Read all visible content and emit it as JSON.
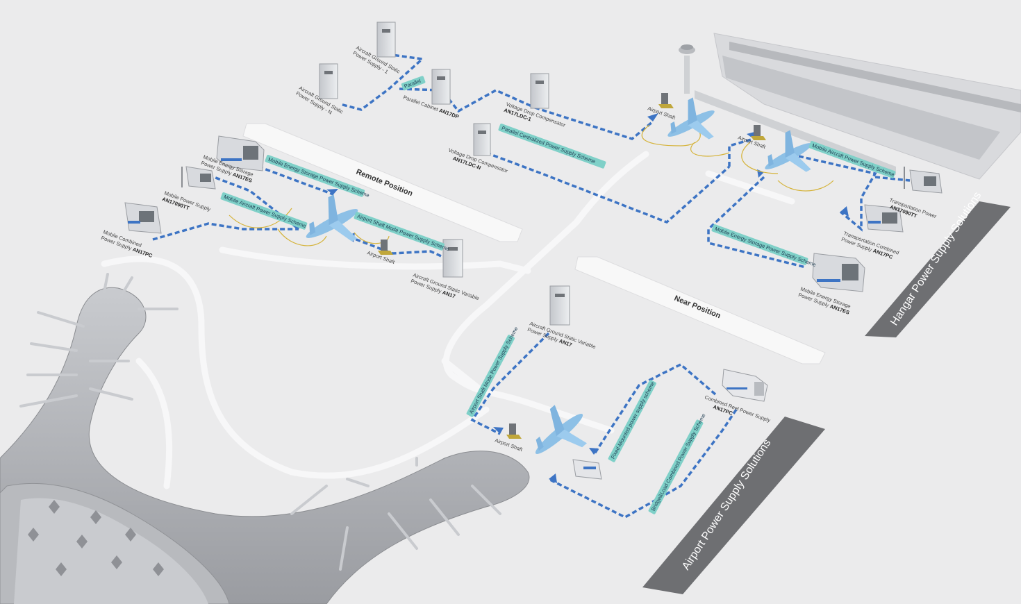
{
  "banners": {
    "hangar": "Hangar Power Supply Solutions",
    "airport": "Airport Power Supply Solutions"
  },
  "positions": {
    "remote": "Remote Position",
    "near": "Near Position"
  },
  "schemes": {
    "parallel": "Parallel",
    "parallel_centralized": "Parallel Centralized Power Supply Scheme",
    "mobile_energy_storage_remote": "Mobile Energy Storage Power Supply Scheme",
    "mobile_aircraft_remote": "Mobile Aircraft Power Supply Scheme",
    "airport_shaft_mode_remote": "Airport Shaft Mode Power Supply Scheme",
    "mobile_aircraft_hangar": "Mobile Aircraft Power Supply Scheme",
    "mobile_energy_storage_hangar": "Mobile Energy Storage Power Supply Scheme",
    "airport_shaft_mode_near": "Airport Shaft Mode Power Supply Scheme",
    "fixed_mounted": "Fixed-Mounted power supply scheme",
    "bridge_load": "Bridge&Load Combined Power Supply Scheme"
  },
  "equipment": {
    "static_1": {
      "line1": "Aircraft Ground Static",
      "line2": "Power Supply - 1"
    },
    "static_n": {
      "line1": "Aircraft Ground Static",
      "line2": "Power Supply - N"
    },
    "parallel_cabinet": {
      "line1": "Parallel Cabinet",
      "model": "AN17DP"
    },
    "vdc_1": {
      "line1": "Voltage Drop Compensator",
      "model": "AN17LDC-1"
    },
    "vdc_n": {
      "line1": "Voltage Drop Compensator",
      "model": "AN17LDC-N"
    },
    "mes_remote": {
      "line1": "Mobile Energy Storage",
      "line2": "Power Supply",
      "model": "AN17ES"
    },
    "mps_remote": {
      "line1": "Mobile Power Supply",
      "model": "AN17090TT"
    },
    "mcps_remote": {
      "line1": "Mobile Combined",
      "line2": "Power Supply",
      "model": "AN17PC"
    },
    "shaft_remote": {
      "line1": "Airport Shaft"
    },
    "static_variable_remote": {
      "line1": "Aircraft Ground Static Variable",
      "line2": "Power Supply",
      "model": "AN17"
    },
    "shaft_hangar_1": {
      "line1": "Airport Shaft"
    },
    "shaft_hangar_2": {
      "line1": "Airport Shaft"
    },
    "transport_power": {
      "line1": "Transportation Power",
      "model": "AN17090TT"
    },
    "transport_combined": {
      "line1": "Transportation Combined",
      "line2": "Power Supply",
      "model": "AN17PC"
    },
    "mes_hangar": {
      "line1": "Mobile Energy Storage",
      "line2": "Power Supply",
      "model": "AN17ES"
    },
    "static_variable_near": {
      "line1": "Aircraft Ground Static Variable",
      "line2": "Power Supply",
      "model": "AN17"
    },
    "shaft_near": {
      "line1": "Airport Shaft"
    },
    "combined_reel": {
      "line1": "Combined Reel Power Supply",
      "model": "AN17PC"
    }
  },
  "colors": {
    "background": "#ebebec",
    "dash_line": "#3d74c4",
    "scheme_tag": "#7fd0c8",
    "banner": "#6e6f72",
    "aircraft": "#8dc0e6",
    "cabinet": "#d4d6da",
    "terminal": "#a9abb0"
  }
}
